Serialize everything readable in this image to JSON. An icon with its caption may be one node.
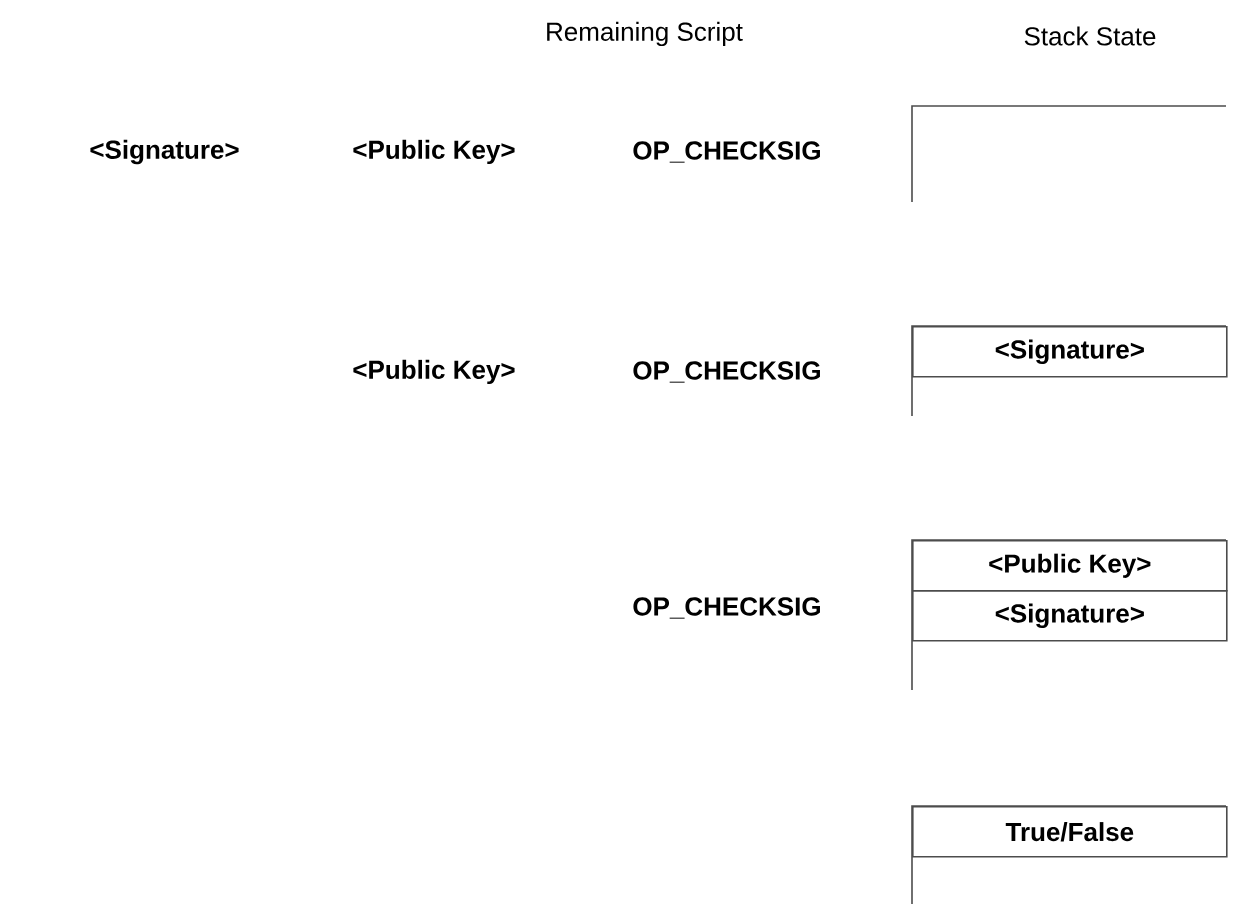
{
  "diagram": {
    "nodes": [
      {
        "text": [
          "<Signature>"
        ]
      },
      {
        "text": [
          "<Public Key>"
        ]
      },
      {
        "text": [
          "<Signature>"
        ]
      },
      {
        "text": [
          "True/False"
        ]
      }
    ],
    "labels": [
      "Remaining Script",
      "Stack State",
      "<Signature>",
      "<Public Key>",
      "OP_CHECKSIG",
      "<Public Key>",
      "OP_CHECKSIG",
      "OP_CHECKSIG"
    ]
  }
}
